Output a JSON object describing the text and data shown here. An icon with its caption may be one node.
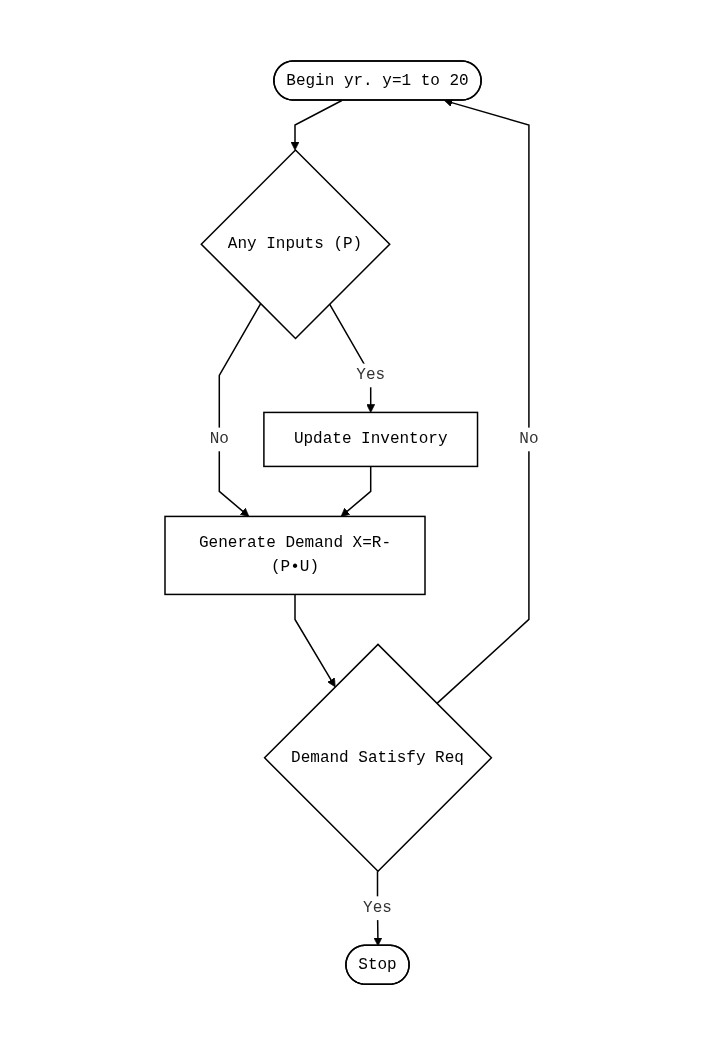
{
  "diagram": {
    "nodes": [
      {
        "text": [
          "Begin yr. y=1 to 20"
        ]
      },
      {
        "text": [
          "Any Inputs (P)"
        ]
      },
      {
        "text": [
          "Update Inventory"
        ]
      },
      {
        "text": [
          "Generate Demand X=R-(P•U)"
        ]
      },
      {
        "text": [
          "Demand Satisfy Req"
        ]
      },
      {
        "text": [
          "Stop"
        ]
      }
    ],
    "edges": [
      {
        "from": 0,
        "to": 1,
        "arrow": "to"
      },
      {
        "from": 1,
        "to": 2,
        "arrow": "to",
        "label": "Yes"
      },
      {
        "from": 1,
        "to": 3,
        "arrow": "to",
        "label": "No"
      },
      {
        "from": 2,
        "to": 3,
        "arrow": "to"
      },
      {
        "from": 3,
        "to": 4,
        "arrow": "to"
      },
      {
        "from": 4,
        "to": 0,
        "arrow": "to",
        "label": "No"
      },
      {
        "from": 4,
        "to": 5,
        "arrow": "to",
        "label": "Yes"
      }
    ]
  }
}
